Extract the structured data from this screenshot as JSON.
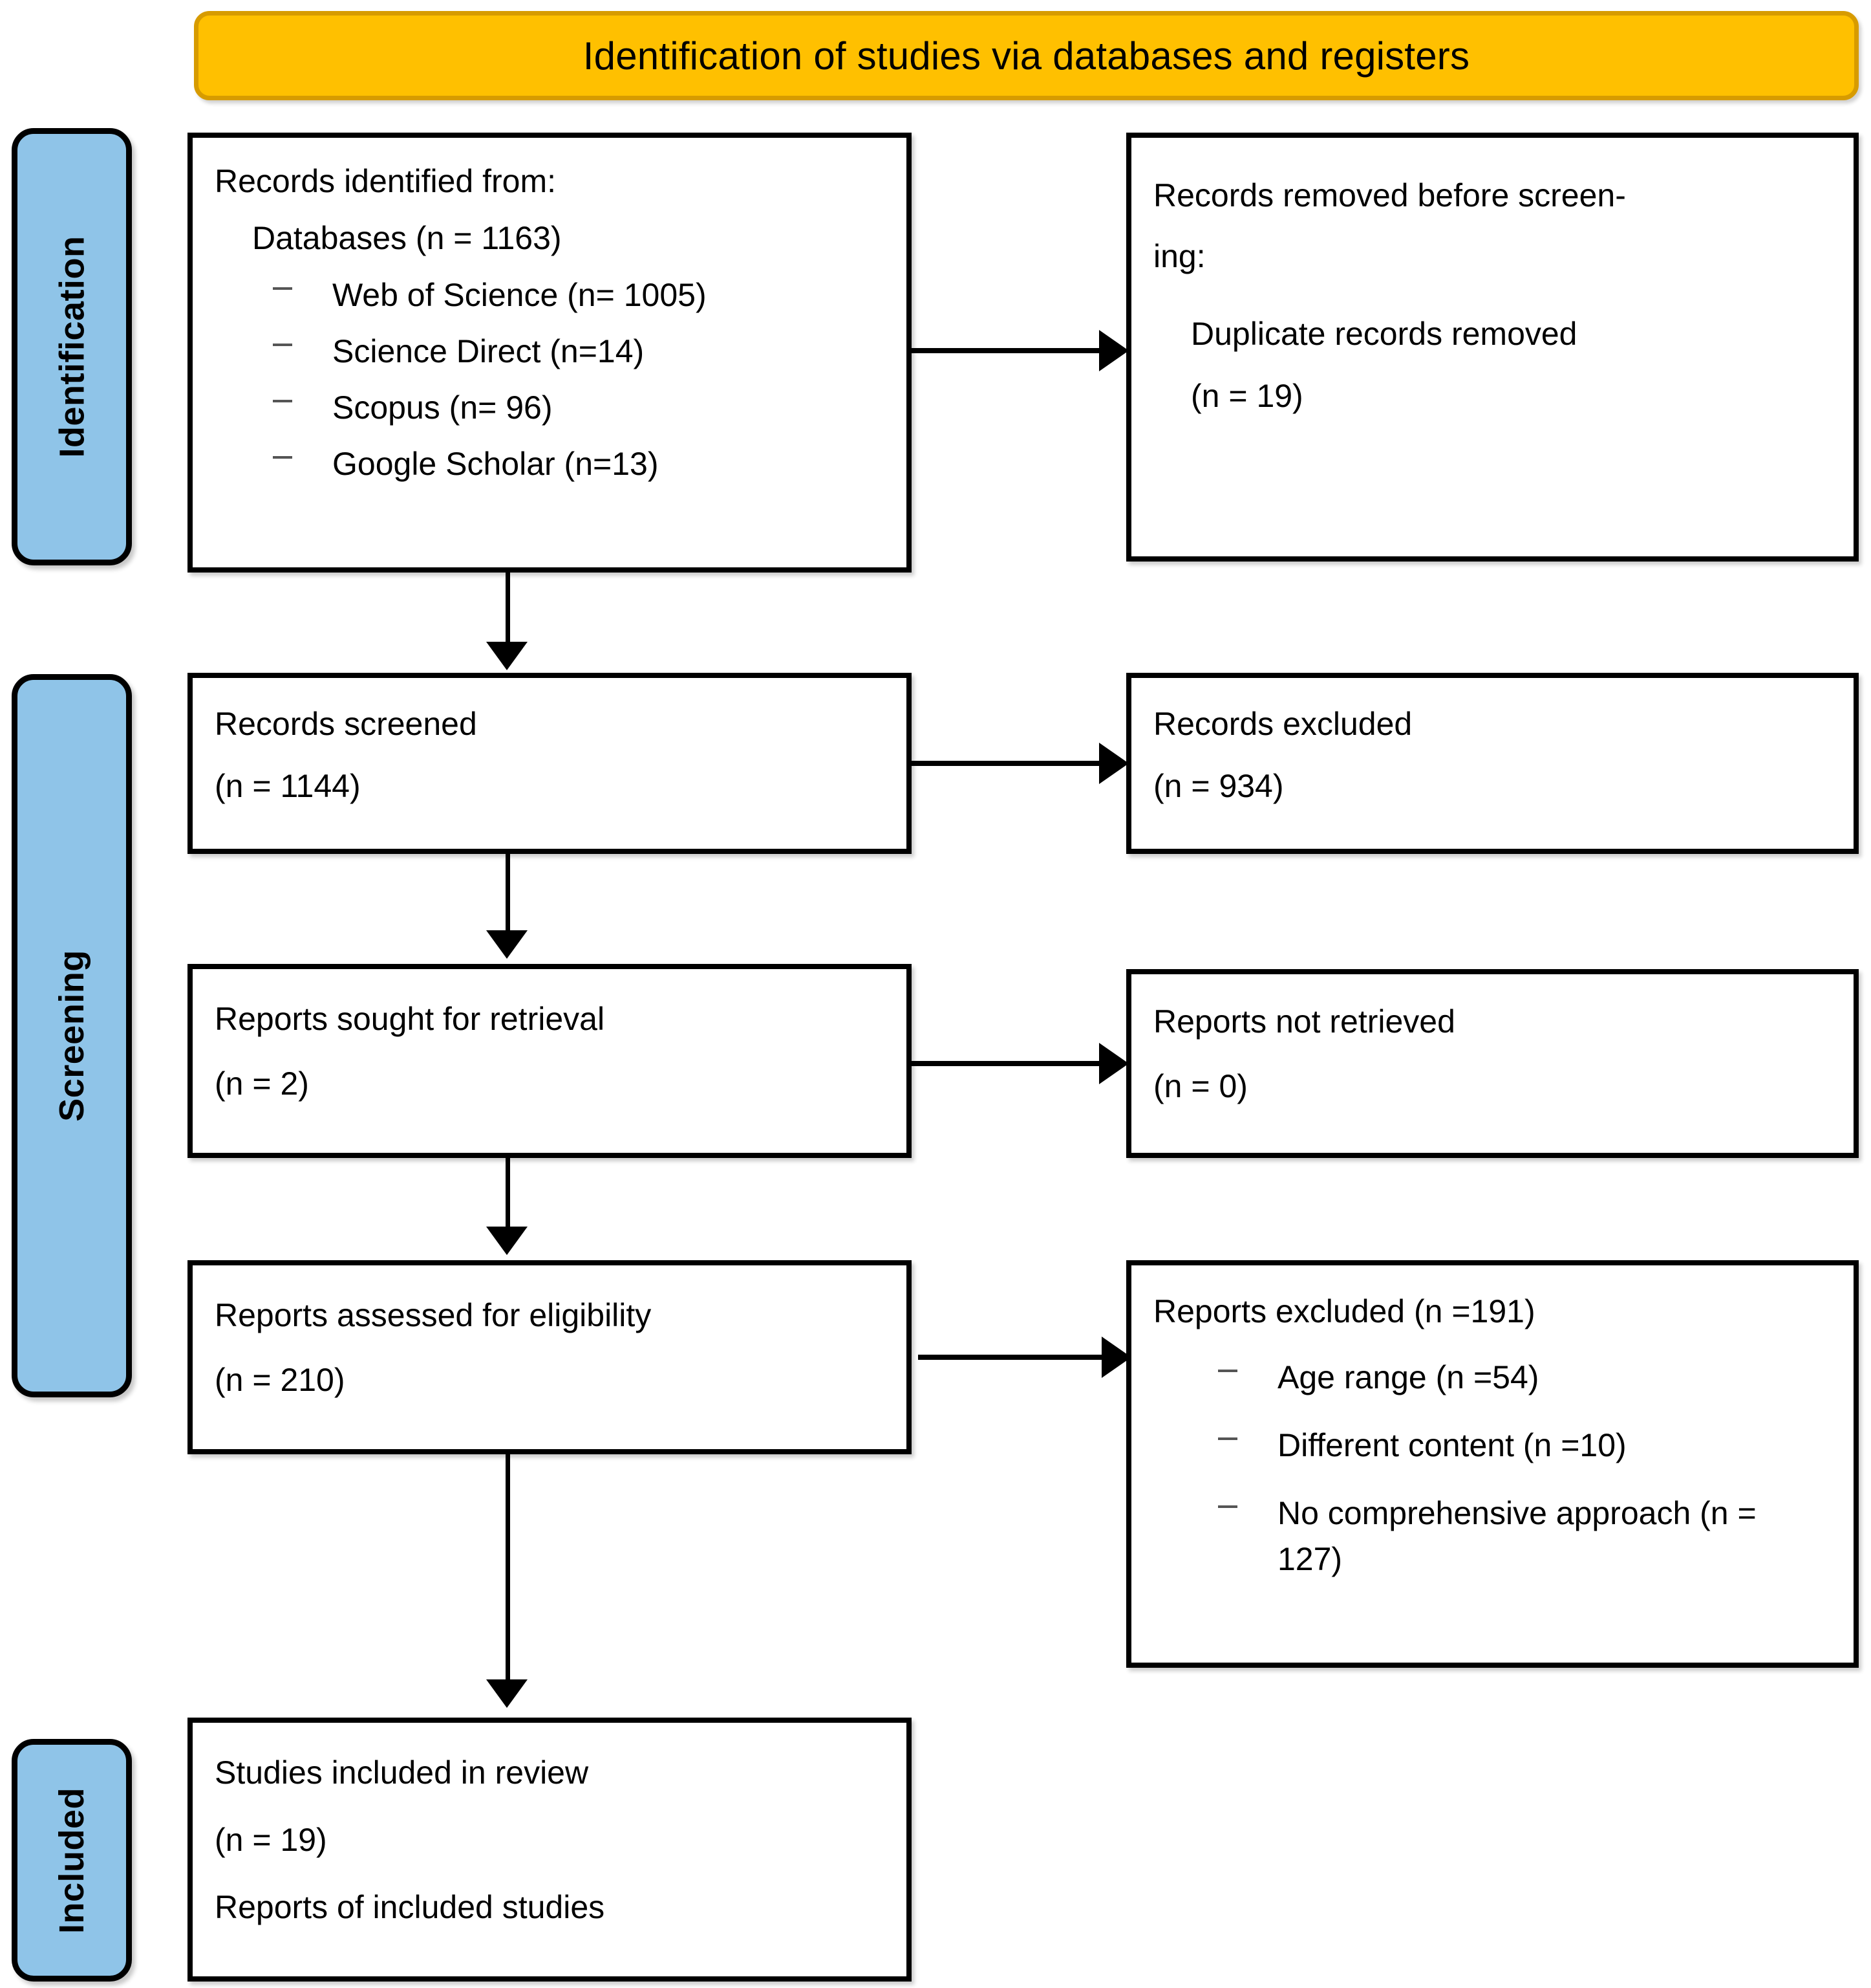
{
  "header": {
    "title": "Identification of studies via databases and registers",
    "background": "#FFC000",
    "border": "#D79B00"
  },
  "stage_labels": {
    "accent": "#8FC4E8",
    "identification": "Identification",
    "screening": "Screening",
    "included": "Included"
  },
  "boxes": {
    "identified": {
      "heading": "Records identified from:",
      "subheading": "Databases (n = 1163)",
      "sources": [
        "Web of Science (n= 1005)",
        "Science Direct (n=14)",
        "Scopus (n= 96)",
        "Google Scholar (n=13)"
      ]
    },
    "removed": {
      "line1": "Records removed before screen-",
      "line2": "ing:",
      "line3": "Duplicate records removed",
      "line4": "(n = 19)"
    },
    "screened": {
      "line1": "Records screened",
      "line2": "(n = 1144)"
    },
    "records_excluded": {
      "line1": "Records excluded",
      "line2": "(n = 934)"
    },
    "sought": {
      "line1": "Reports sought for retrieval",
      "line2": "(n = 2)"
    },
    "not_retrieved": {
      "line1": "Reports not retrieved",
      "line2": "(n = 0)"
    },
    "assessed": {
      "line1": "Reports assessed for eligibility",
      "line2": "(n = 210)"
    },
    "reports_excluded": {
      "heading": "Reports excluded (n =191)",
      "reasons": [
        "Age range (n =54)",
        "Different content (n =10)",
        "No comprehensive approach (n = 127)"
      ]
    },
    "included": {
      "line1": "Studies included in review",
      "line2": "(n = 19)",
      "line3": "Reports of included studies"
    }
  }
}
